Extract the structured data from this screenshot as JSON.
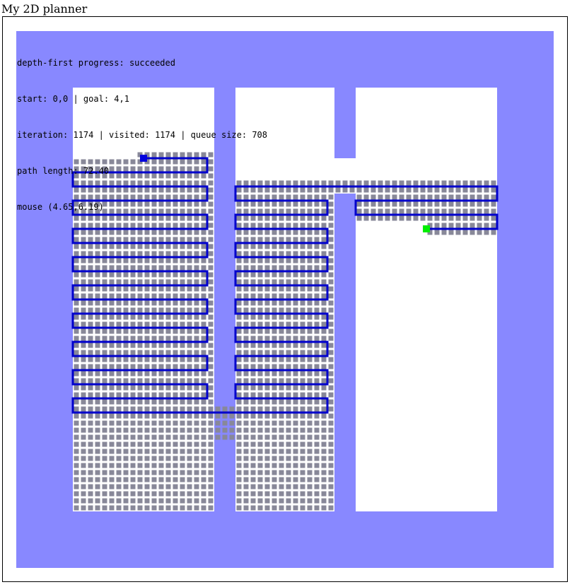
{
  "page": {
    "title": "My 2D planner"
  },
  "planner": {
    "algorithm": "depth-first",
    "status_line": "depth-first progress: succeeded",
    "start_goal_line": "start: 0,0 | goal: 4,1",
    "stats_line": "iteration: 1174 | visited: 1174 | queue size: 708",
    "path_line": "path length: 72.40",
    "mouse_line": "mouse (4.65,6.19)",
    "start": [
      0,
      0
    ],
    "goal": [
      4,
      1
    ],
    "iteration": 1174,
    "visited": 1174,
    "queue_size": 708,
    "path_length": 72.4,
    "mouse": [
      4.65,
      6.19
    ]
  },
  "colors": {
    "obstacle": "#8888ff",
    "free": "#ffffff",
    "visited": "#888899",
    "path": "#0000cc",
    "start_marker": "#0000dd",
    "goal_marker": "#00ee00",
    "border": "#000000"
  }
}
